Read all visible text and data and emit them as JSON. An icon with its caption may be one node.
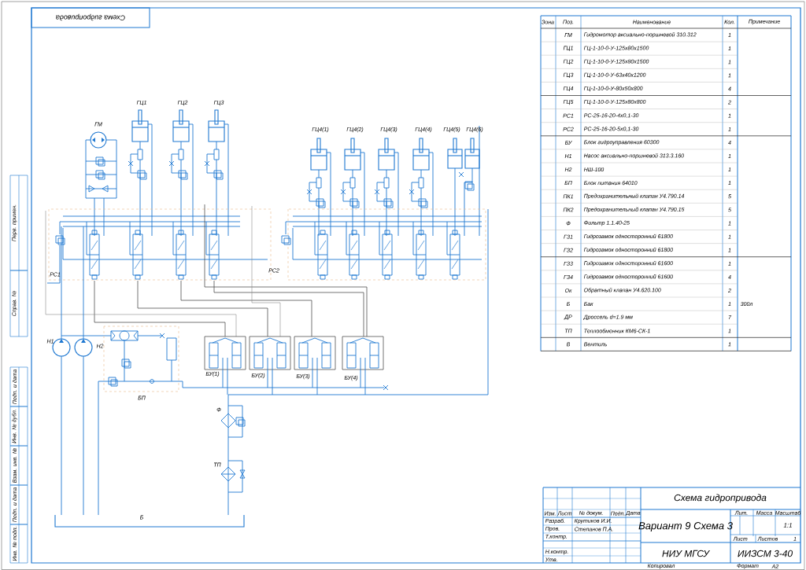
{
  "diagram": {
    "title": "Схема гидропривода",
    "labels": [
      "Схема гидропривода",
      "ГЦ1",
      "ГЦ2",
      "ГЦ3",
      "ГМ",
      "ГЦ4(1)",
      "ГЦ4(2)",
      "ГЦ4(3)",
      "ГЦ4(4)",
      "ГЦ4(5)",
      "ГЦ4(6)",
      "РС1",
      "РС2",
      "Н1",
      "Н2",
      "БП",
      "БУ(1)",
      "БУ(2)",
      "БУ(3)",
      "БУ(4)",
      "Ф",
      "ТП",
      "Б",
      "Зона",
      "Поз.",
      "Наименование",
      "Кол.",
      "Примечание",
      "ГМ",
      "Гидромотор аксиально-поршневой 310.312",
      "1",
      "ГЦ1",
      "ГЦ-1-10-0-У-125х80х1500",
      "1",
      "ГЦ2",
      "ГЦ-1-10-0-У-125х80х1500",
      "1",
      "ГЦ3",
      "ГЦ-1-10-0-У-63х40х1200",
      "1",
      "ГЦ4",
      "ГЦ-1-10-0-У-80х50х800",
      "4",
      "ГЦ5",
      "ГЦ-1-10-0-У-125х80х800",
      "2",
      "РС1",
      "РС-25-16-20-4х0,1-30",
      "1",
      "РС2",
      "РС-25-16-20-5х0,1-30",
      "1",
      "БУ",
      "Блок гидроуправления 60300",
      "4",
      "Н1",
      "Насос аксиально-поршневой 313.3.160",
      "1",
      "Н2",
      "НШ-100",
      "1",
      "БП",
      "Блок питания 64010",
      "1",
      "ПК1",
      "Предохранительный клапан У4.790.14",
      "5",
      "ПК2",
      "Предохранительный клапан У4.790.15",
      "5",
      "Ф",
      "Фильтр 1.1.40-25",
      "1",
      "ГЗ1",
      "Гидрозамок односторонний 61800",
      "1",
      "ГЗ2",
      "Гидрозамок односторонний 61800",
      "1",
      "ГЗ3",
      "Гидрозамок односторонний 61600",
      "1",
      "ГЗ4",
      "Гидрозамок односторонний 61600",
      "4",
      "Ок",
      "Обратный клапан У4.620.100",
      "2",
      "Б",
      "Бак",
      "1",
      "300л",
      "ДР",
      "Дроссель d=1.9 мм",
      "7",
      "ТП",
      "Теплообменник КМ6-СК-1",
      "1",
      "В",
      "Вентиль",
      "1",
      "Изм.",
      "Лист",
      "№ докум.",
      "Подп.",
      "Дата",
      "Лит.",
      "Масса",
      "Масштаб",
      "Разраб.",
      "Крутиков И.И.",
      "Вариант 9 Схема 3",
      "1:1",
      "Пров.",
      "Степанов П.А.",
      "Т.контр.",
      "Лист",
      "Листов",
      "1",
      "Н.контр.",
      "НИУ МГСУ",
      "ИИЗСМ 3-40",
      "Утв.",
      "Копировал",
      "Формат",
      "A2",
      "Перв. примен.",
      "Справ. №",
      "Подп. и дата",
      "Инв. № дубл.",
      "Взам. инв. №",
      "Подп. и дата",
      "Инв. № подл."
    ]
  }
}
